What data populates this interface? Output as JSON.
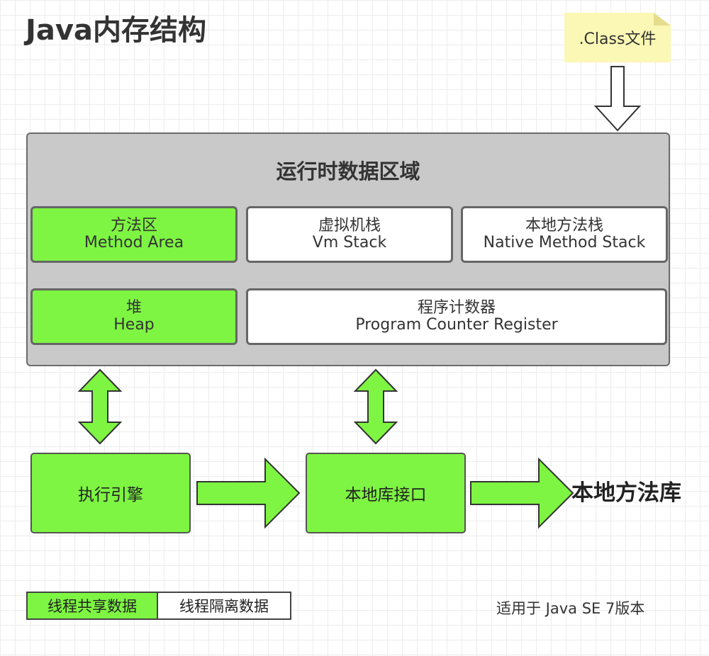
{
  "title": "Java内存结构",
  "class_file": ".Class文件",
  "runtime_area": {
    "title": "运行时数据区域",
    "method_area": {
      "zh": "方法区",
      "en": "Method Area"
    },
    "vm_stack": {
      "zh": "虚拟机栈",
      "en": "Vm Stack"
    },
    "native_stack": {
      "zh": "本地方法栈",
      "en": "Native Method Stack"
    },
    "heap": {
      "zh": "堆",
      "en": "Heap"
    },
    "pc_register": {
      "zh": "程序计数器",
      "en": "Program Counter Register"
    }
  },
  "execution_engine": "执行引擎",
  "native_interface": "本地库接口",
  "native_library": "本地方法库",
  "legend": {
    "shared": "线程共享数据",
    "isolated": "线程隔离数据"
  },
  "version_note": "适用于 Java SE 7版本",
  "colors": {
    "shared_green": "#7ef542",
    "runtime_gray": "#c9c9c9",
    "note_yellow": "#fbf7b4"
  }
}
